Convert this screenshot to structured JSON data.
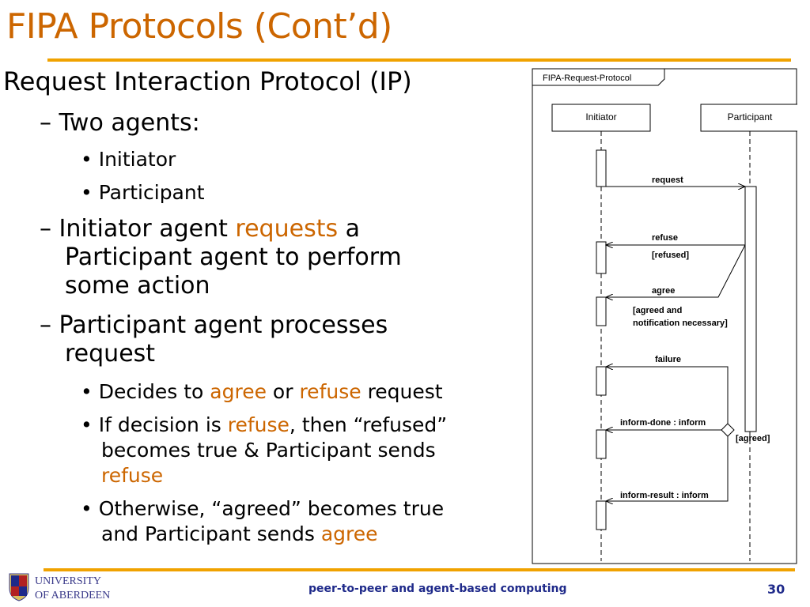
{
  "slide": {
    "title": "FIPA Protocols (Cont’d)",
    "heading": "Request Interaction Protocol (IP)",
    "b1": "Two agents:",
    "b1_sub1": "Initiator",
    "b1_sub2": "Participant",
    "b2_p1": "Initiator agent ",
    "b2_hl": "requests",
    "b2_p2": " a",
    "b2_line2": "Participant agent to perform",
    "b2_line3": "some action",
    "b3_line1": "Participant agent processes",
    "b3_line2": "request",
    "s1_p1": "Decides to ",
    "s1_hl1": "agree",
    "s1_p2": " or ",
    "s1_hl2": "refuse",
    "s1_p3": " request",
    "s2_p1": "If decision is ",
    "s2_hl1": "refuse",
    "s2_p2": ", then “refused”",
    "s2_line2": "becomes true & Participant sends",
    "s2_hl2": "refuse",
    "s3_line1": "Otherwise, “agreed” becomes true",
    "s3_p1": "and Participant sends ",
    "s3_hl": "agree"
  },
  "diagram": {
    "frame_label": "FIPA-Request-Protocol",
    "initiator": "Initiator",
    "participant": "Participant",
    "msg_request": "request",
    "msg_refuse": "refuse",
    "cond_refused": "[refused]",
    "msg_agree": "agree",
    "cond_agreed_1": "[agreed and",
    "cond_agreed_2": "notification necessary]",
    "msg_failure": "failure",
    "msg_inform_done": "inform-done : inform",
    "cond_agreed": "[agreed]",
    "msg_inform_result": "inform-result : inform"
  },
  "footer": {
    "center": "peer-to-peer and agent-based computing",
    "page": "30",
    "logo_line1": "UNIVERSITY",
    "logo_line2": "OF ABERDEEN"
  },
  "colors": {
    "accent": "#cc6600",
    "rule": "#f0a200",
    "footer_text": "#1f2a8a"
  }
}
